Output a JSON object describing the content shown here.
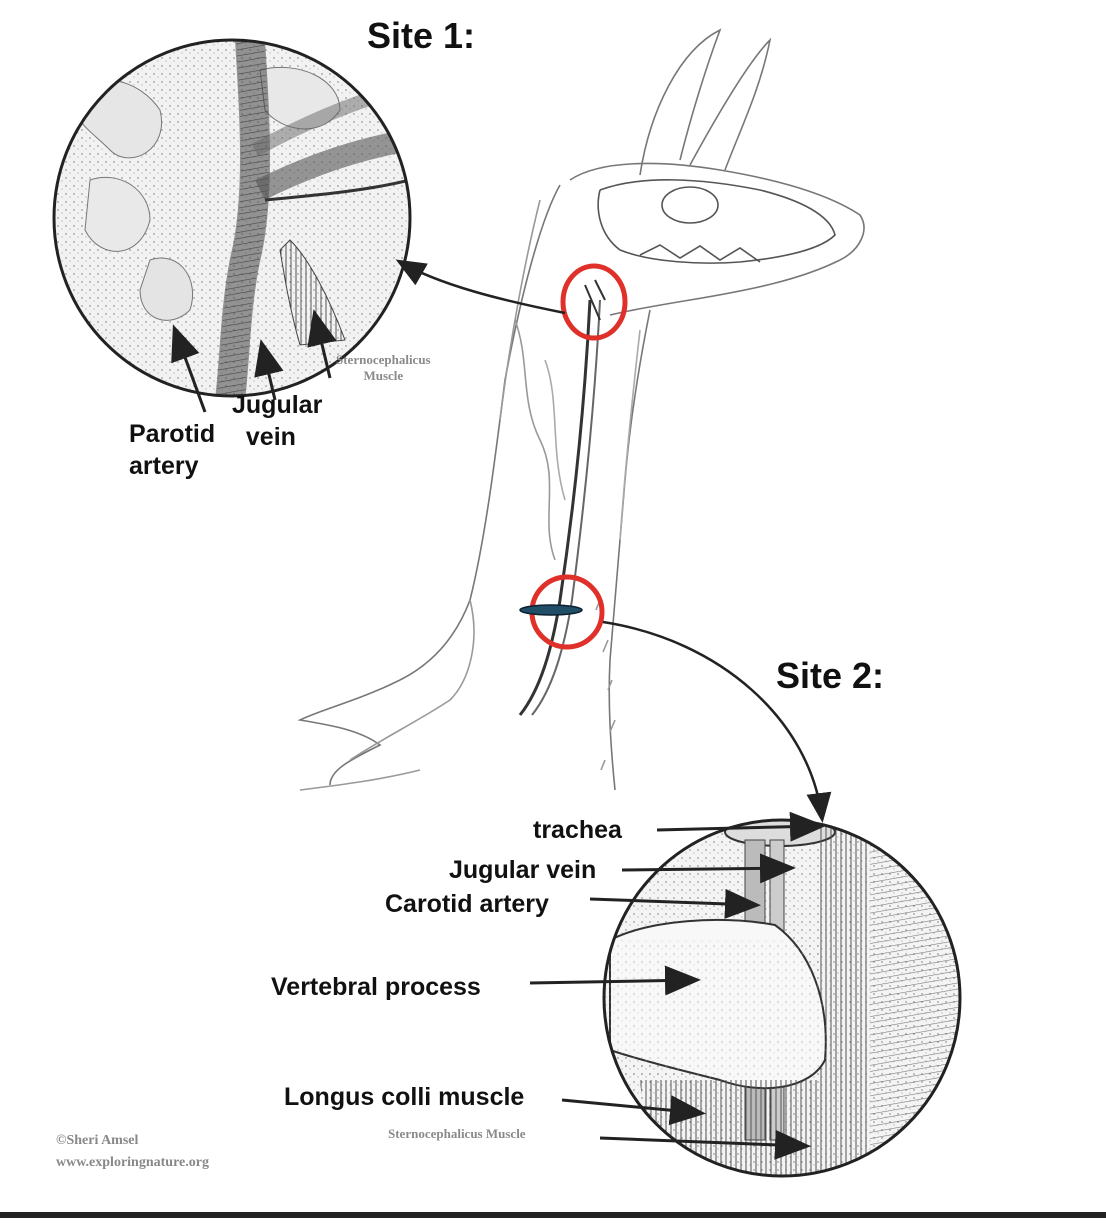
{
  "site1": {
    "title": "Site 1:",
    "labels": {
      "parotid": "Parotid\nartery",
      "jugular": "Jugular\n  vein",
      "muscle": "Sternocephalicus\nMuscle"
    }
  },
  "site2": {
    "title": "Site 2:",
    "labels": {
      "trachea": "trachea",
      "jugular": "Jugular vein",
      "carotid": "Carotid artery",
      "vertebral": "Vertebral process",
      "longus": "Longus colli muscle",
      "muscle": "Sternocephalicus Muscle"
    }
  },
  "credit": "©Sheri Amsel\nwww.exploringnature.org",
  "colors": {
    "marker_ring": "#e0302a",
    "needle": "#1f4e66",
    "ink": "#222222"
  }
}
